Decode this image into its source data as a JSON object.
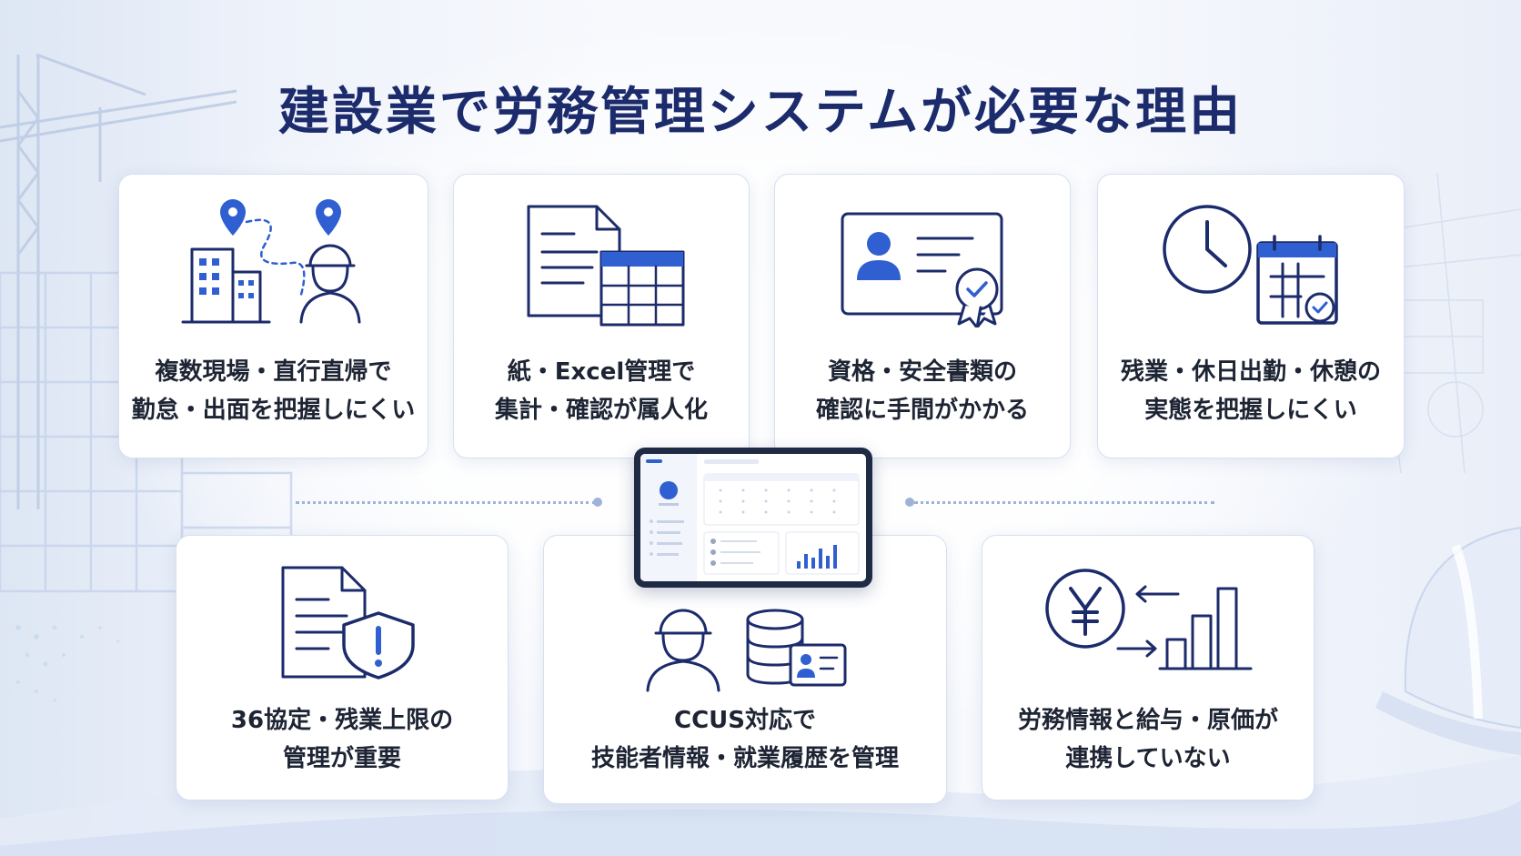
{
  "title": "建設業で労務管理システムが必要な理由",
  "colors": {
    "navy": "#1c2b6b",
    "accent": "#2f5fd0",
    "card_border": "#d7e0f0"
  },
  "cards": [
    {
      "id": "multi-site",
      "icon": "buildings-worker-location-icon",
      "line1": "複数現場・直行直帰で",
      "line2": "勤怠・出面を把握しにくい"
    },
    {
      "id": "paper-excel",
      "icon": "document-spreadsheet-icon",
      "line1": "紙・Excel管理で",
      "line2": "集計・確認が属人化"
    },
    {
      "id": "qualification",
      "icon": "id-card-certificate-icon",
      "line1": "資格・安全書類の",
      "line2": "確認に手間がかかる"
    },
    {
      "id": "overtime",
      "icon": "clock-calendar-icon",
      "line1": "残業・休日出勤・休憩の",
      "line2": "実態を把握しにくい"
    },
    {
      "id": "agreement36",
      "icon": "document-shield-warning-icon",
      "line1": "36協定・残業上限の",
      "line2": "管理が重要"
    },
    {
      "id": "ccus",
      "icon": "worker-database-idcard-icon",
      "line1": "CCUS対応で",
      "line2": "技能者情報・就業履歴を管理"
    },
    {
      "id": "payroll",
      "icon": "yen-bar-chart-icon",
      "line1": "労務情報と給与・原価が",
      "line2": "連携していない"
    }
  ]
}
